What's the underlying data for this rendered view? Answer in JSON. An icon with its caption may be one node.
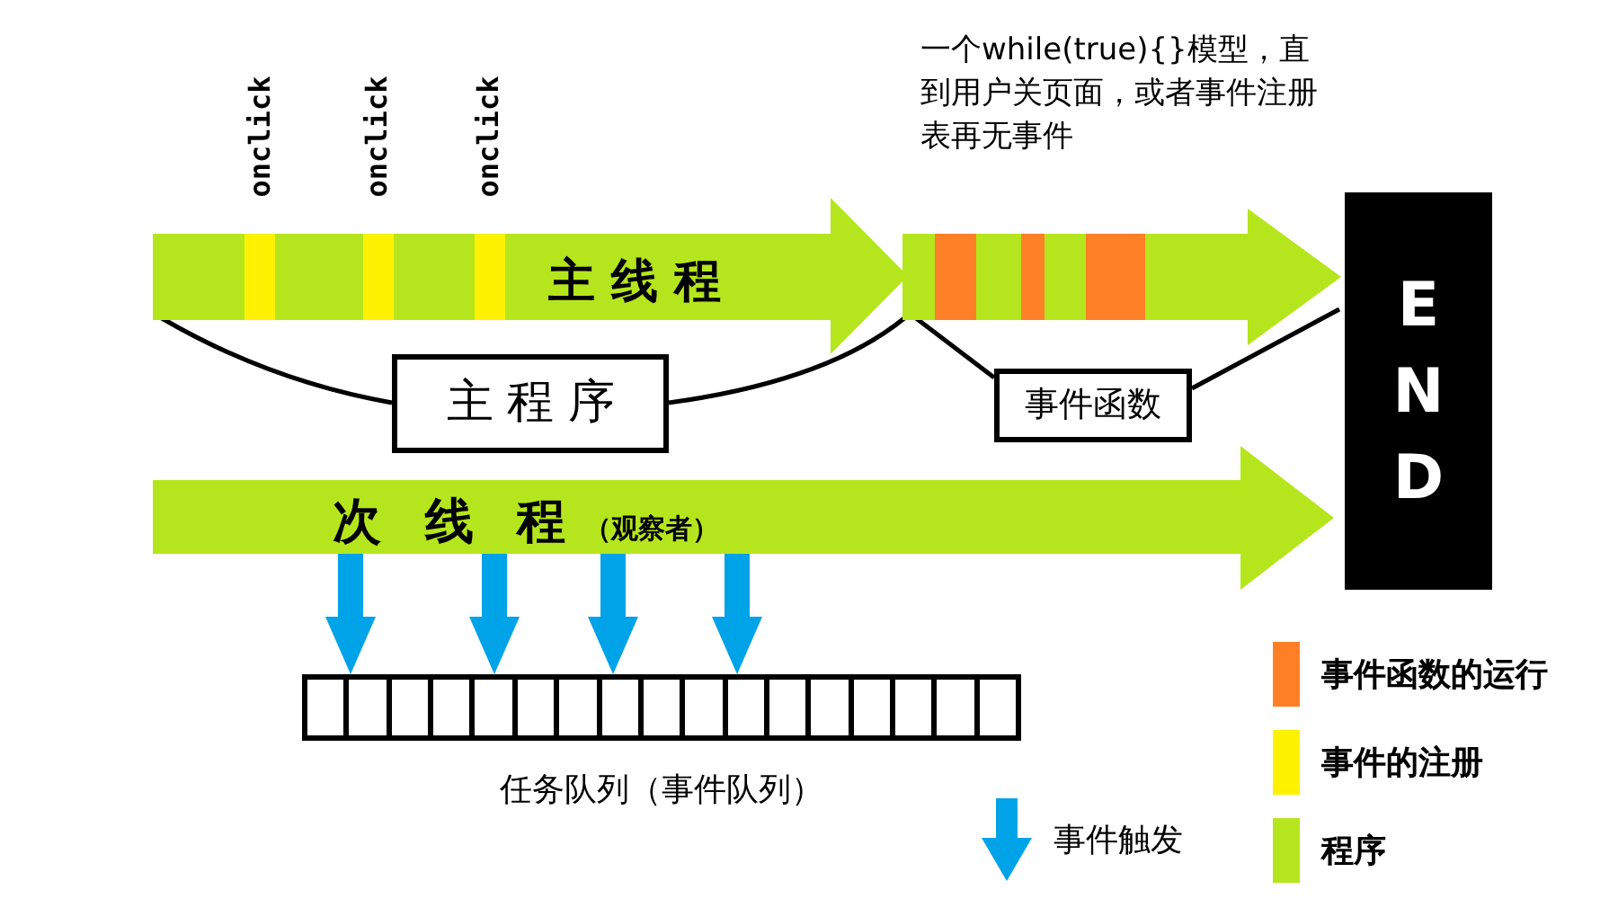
{
  "diagram": {
    "nodes": [
      {
        "text": [
          "主线程"
        ],
        "beside": [
          "onclick",
          "onclick",
          "onclick"
        ]
      },
      {
        "text": [
          "主程序"
        ]
      },
      {
        "text": [
          "事件函数"
        ]
      },
      {
        "text": [
          "END"
        ]
      },
      {
        "text": [
          "次线程",
          "（观察者）"
        ]
      },
      {
        "text": [
          "任务队列（事件队列）"
        ]
      }
    ],
    "edges": [
      {
        "from": 4,
        "to": 5,
        "arrow": "to",
        "style": "thick"
      },
      {
        "from": 4,
        "to": 5,
        "arrow": "to",
        "style": "thick"
      },
      {
        "from": 4,
        "to": 5,
        "arrow": "to",
        "style": "thick"
      },
      {
        "from": 4,
        "to": 5,
        "arrow": "to",
        "style": "thick"
      },
      {
        "from": 0,
        "to": 3,
        "arrow": "to",
        "style": "thick",
        "color": "#b5e61d"
      }
    ],
    "labels": [
      "一个while(true){}模型，直到用户关页面，或者事件注册表再无事件"
    ],
    "legend": [
      {
        "text": "事件函数的运行",
        "color": "#ff7f27"
      },
      {
        "text": "事件的注册",
        "color": "#fff200"
      },
      {
        "text": "程序",
        "color": "#b5e61d"
      },
      {
        "text": "事件触发"
      }
    ]
  }
}
